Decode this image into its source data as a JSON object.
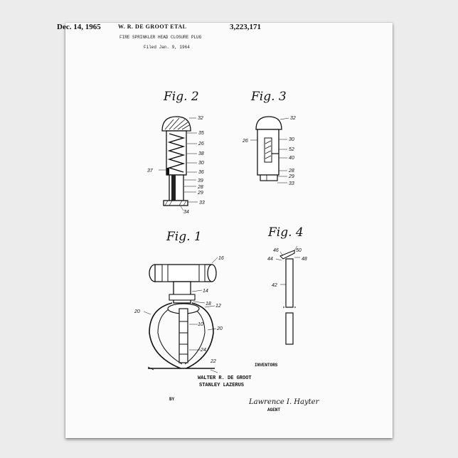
{
  "header": {
    "date": "Dec. 14, 1965",
    "inventors": "W. R. DE GROOT ETAL",
    "patent_number": "3,223,171",
    "title": "FIRE SPRINKLER HEAD CLOSURE PLUG",
    "filed": "Filed Jan. 9, 1964"
  },
  "figures": {
    "fig2": {
      "title": "Fig. 2",
      "labels": [
        "32",
        "35",
        "26",
        "38",
        "30",
        "37",
        "36",
        "39",
        "28",
        "29",
        "33",
        "34"
      ]
    },
    "fig3": {
      "title": "Fig. 3",
      "labels": [
        "32",
        "26",
        "30",
        "52",
        "40",
        "28",
        "29",
        "33"
      ]
    },
    "fig1": {
      "title": "Fig. 1",
      "labels": [
        "16",
        "14",
        "18",
        "12",
        "20",
        "20",
        "10",
        "24",
        "22"
      ]
    },
    "fig4": {
      "title": "Fig. 4",
      "labels": [
        "46",
        "50",
        "44",
        "48",
        "42"
      ]
    }
  },
  "signature_block": {
    "inventors_label": "INVENTORS",
    "name1": "WALTER R. DE GROOT",
    "name2": "STANLEY LAZERUS",
    "by_label": "BY",
    "agent_signature": "Lawrence I. Hayter",
    "agent_label": "AGENT"
  }
}
